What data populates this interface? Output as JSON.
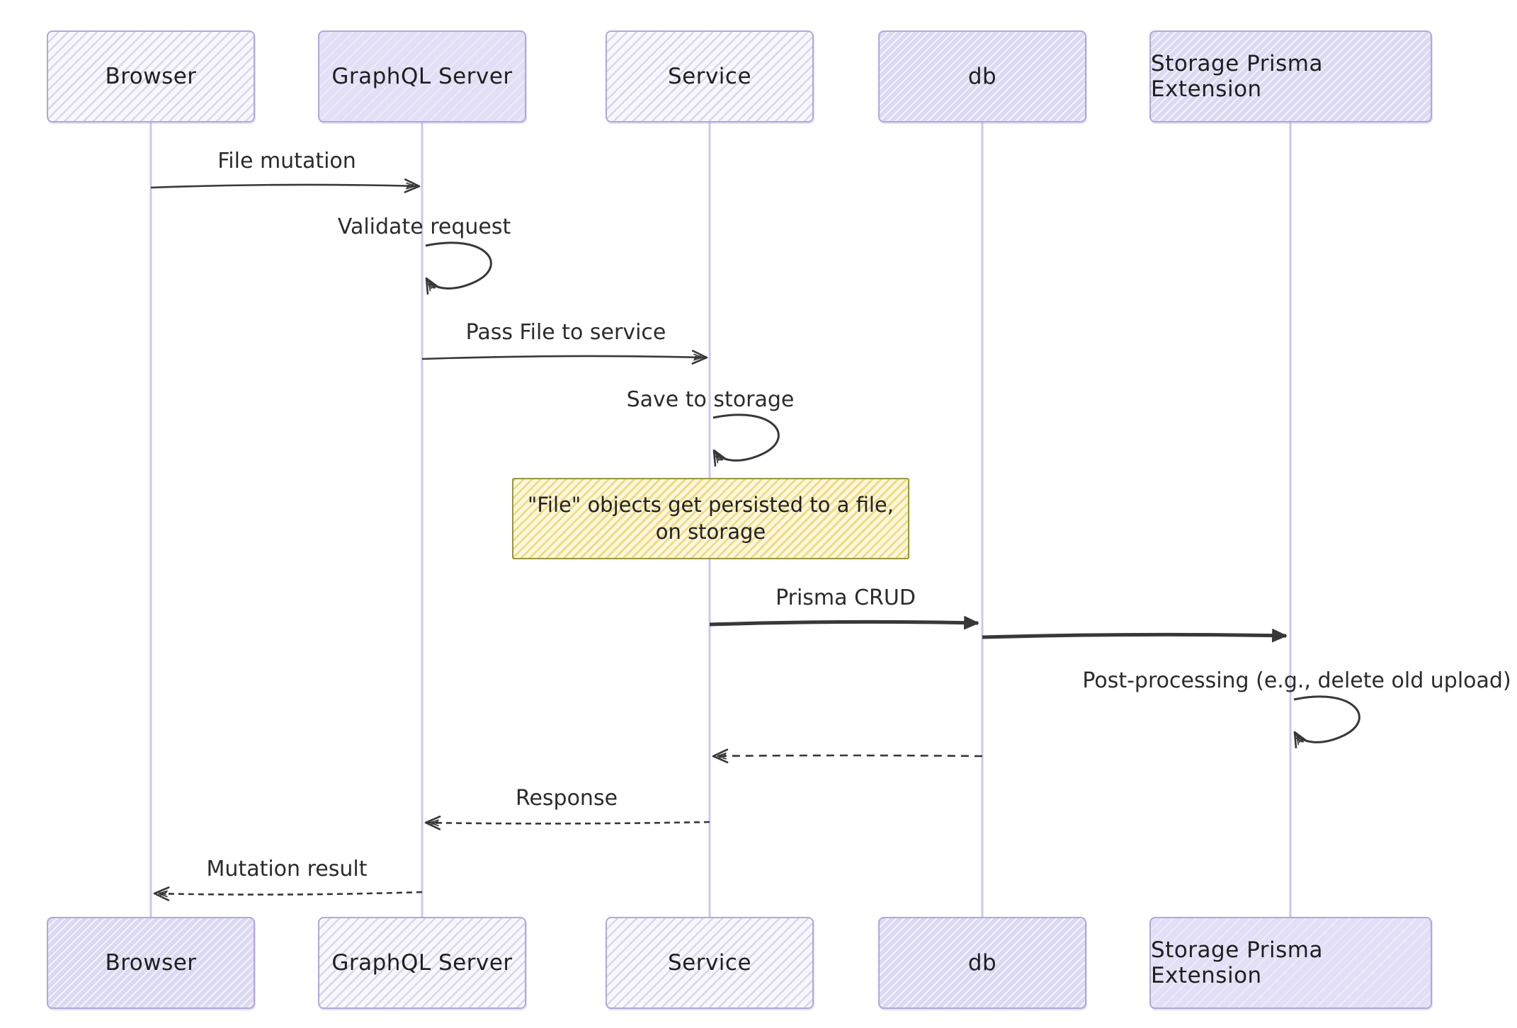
{
  "diagram": {
    "type": "sequence-diagram",
    "participants": [
      "Browser",
      "GraphQL Server",
      "Service",
      "db",
      "Storage Prisma Extension"
    ],
    "messages": [
      {
        "from": "Browser",
        "to": "GraphQL Server",
        "label": "File mutation",
        "type": "solid"
      },
      {
        "from": "GraphQL Server",
        "to": "GraphQL Server",
        "label": "Validate request",
        "type": "self"
      },
      {
        "from": "GraphQL Server",
        "to": "Service",
        "label": "Pass File to service",
        "type": "solid"
      },
      {
        "from": "Service",
        "to": "Service",
        "label": "Save to storage",
        "type": "self"
      },
      {
        "from": "Service",
        "to": "db",
        "label": "Prisma CRUD",
        "type": "solid-thick"
      },
      {
        "from": "db",
        "to": "Storage Prisma Extension",
        "label": "",
        "type": "solid-thick"
      },
      {
        "from": "Storage Prisma Extension",
        "to": "Storage Prisma Extension",
        "label": "Post-processing (e.g., delete old upload)",
        "type": "self"
      },
      {
        "from": "db",
        "to": "Service",
        "label": "",
        "type": "dashed-return"
      },
      {
        "from": "Service",
        "to": "GraphQL Server",
        "label": "Response",
        "type": "dashed-return"
      },
      {
        "from": "GraphQL Server",
        "to": "Browser",
        "label": "Mutation result",
        "type": "dashed-return"
      }
    ],
    "note": {
      "over": "Service",
      "lines": [
        "\"File\" objects get persisted to a file,",
        "on storage"
      ]
    }
  },
  "colors": {
    "actor_fill": "#e2dff6",
    "actor_border": "#b3a7dd",
    "lifeline": "#cbc7ee",
    "note_fill": "#fbf5d8",
    "note_hatch": "#f0da7d",
    "note_border": "#97973f",
    "arrow": "#383838",
    "text": "#2b2b2b",
    "background": "#ffffff"
  }
}
